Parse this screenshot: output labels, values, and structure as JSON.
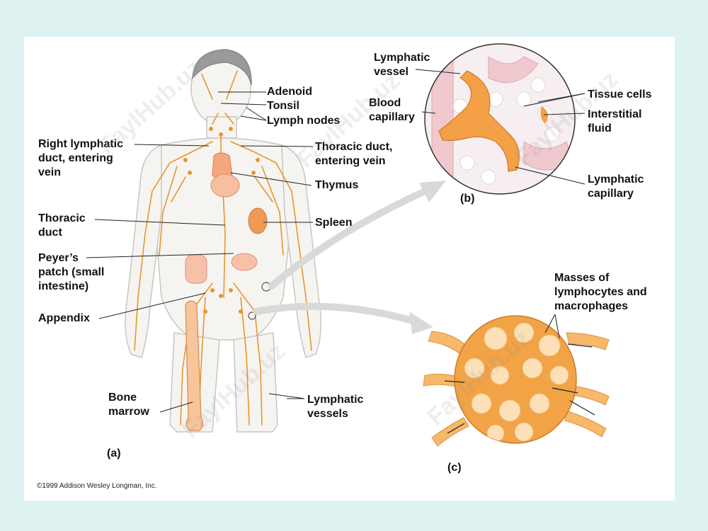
{
  "panels": {
    "a": "(a)",
    "b": "(b)",
    "c": "(c)"
  },
  "labels": {
    "adenoid": "Adenoid",
    "tonsil": "Tonsil",
    "lymph_nodes": "Lymph nodes",
    "right_lymphatic_duct": "Right lymphatic\nduct, entering\nvein",
    "thoracic_duct_entering": "Thoracic duct,\nentering vein",
    "thymus": "Thymus",
    "thoracic_duct": "Thoracic\nduct",
    "spleen": "Spleen",
    "peyers_patch": "Peyer’s\npatch (small\nintestine)",
    "appendix": "Appendix",
    "bone_marrow": "Bone\nmarrow",
    "lymphatic_vessels": "Lymphatic\nvessels",
    "lymphatic_vessel": "Lymphatic\nvessel",
    "blood_capillary": "Blood\ncapillary",
    "tissue_cells": "Tissue cells",
    "interstitial_fluid": "Interstitial\nfluid",
    "lymphatic_capillary": "Lymphatic\ncapillary",
    "masses": "Masses of\nlymphocytes and\nmacrophages"
  },
  "copyright": "©1999 Addison Wesley Longman, Inc.",
  "watermark": "FaylHub.uz",
  "colors": {
    "background": "#dff2f2",
    "lymph": "#e7962e",
    "organ": "#f4a77c",
    "body_outline": "#c8c8c8"
  }
}
